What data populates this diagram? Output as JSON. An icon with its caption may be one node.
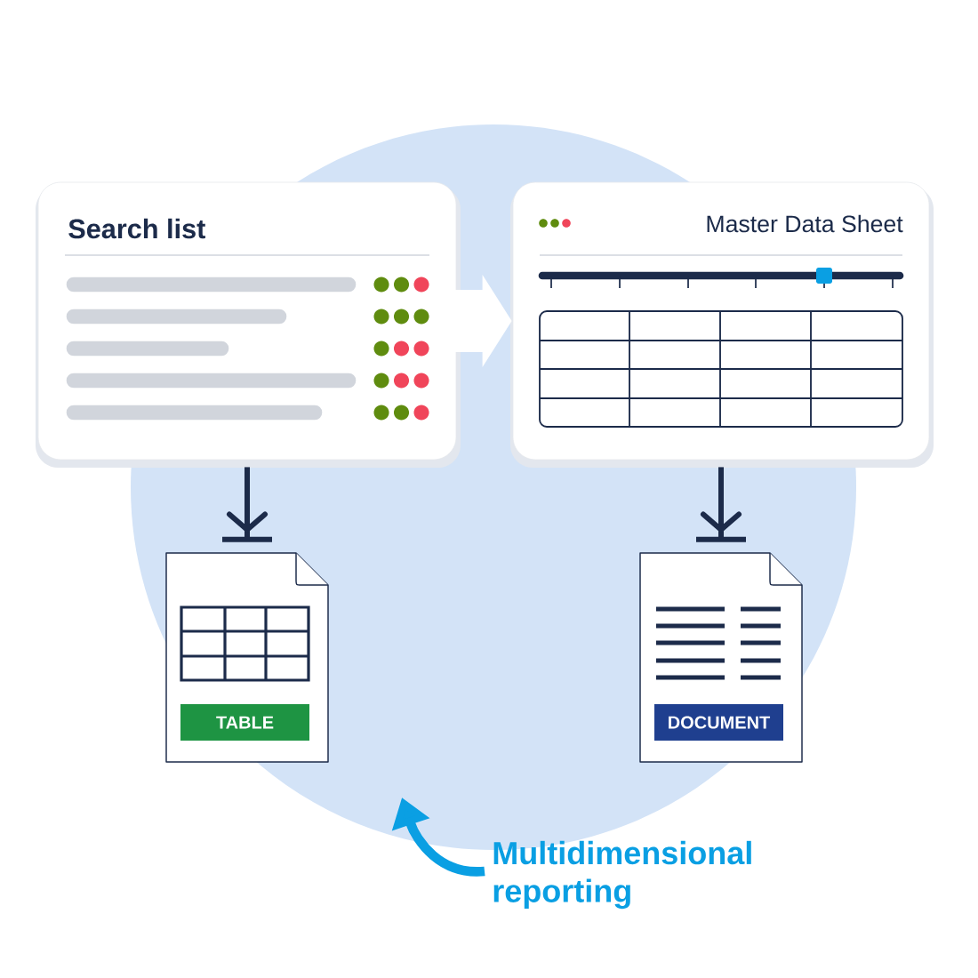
{
  "diagram": {
    "nodes": [
      {
        "text": [
          "Search list"
        ]
      },
      {
        "text": [
          "Master Data Sheet"
        ]
      },
      {
        "text": [
          "TABLE"
        ]
      },
      {
        "text": [
          "DOCUMENT"
        ]
      },
      {
        "text": [
          "Multidimensional reporting"
        ]
      }
    ],
    "edges": [
      {
        "from": 0,
        "to": 1,
        "arrow": "to",
        "color": "#ffffff",
        "style": "thick"
      },
      {
        "from": 0,
        "to": 2,
        "arrow": "to"
      },
      {
        "from": 1,
        "to": 3,
        "arrow": "to"
      },
      {
        "from": 4,
        "to": null,
        "arrow": "to",
        "color": "#0a9fe3"
      }
    ]
  }
}
